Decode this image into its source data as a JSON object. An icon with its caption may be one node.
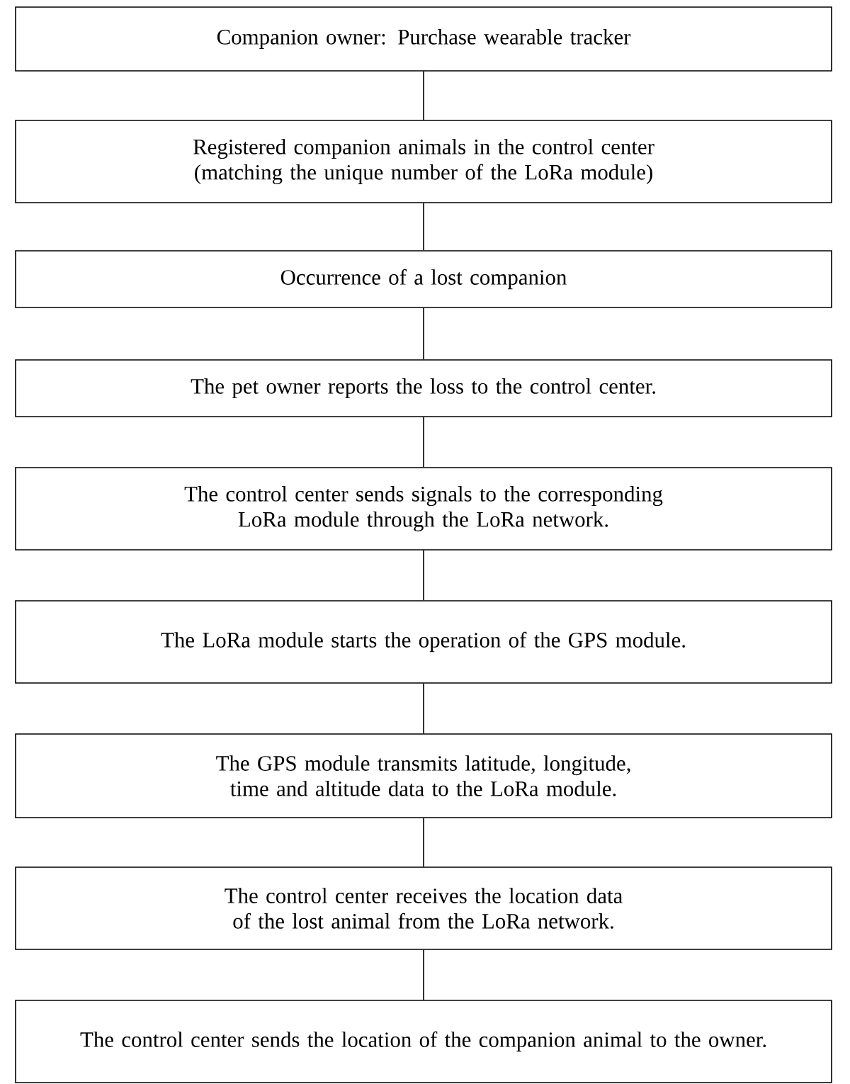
{
  "diagram": {
    "nodes": [
      {
        "text": [
          "Companion owner: Purchase wearable tracker"
        ]
      },
      {
        "text": [
          "Registered companion animals in the control center (matching the unique number of the LoRa module)"
        ]
      },
      {
        "text": [
          "Occurrence of a lost companion"
        ]
      },
      {
        "text": [
          "The pet owner reports the loss to the control center."
        ]
      },
      {
        "text": [
          "The control center sends signals to the corresponding LoRa module through the LoRa network."
        ]
      },
      {
        "text": [
          "The LoRa module starts the operation of the GPS module."
        ]
      },
      {
        "text": [
          "The GPS module transmits latitude, longitude, time and altitude data to the LoRa module."
        ]
      },
      {
        "text": [
          "The control center receives the location data of the lost animal from the LoRa network."
        ]
      },
      {
        "text": [
          "The control center sends the location of the companion animal to the owner."
        ]
      }
    ],
    "edges": [
      {
        "from": 0,
        "to": 1,
        "arrow": "none"
      },
      {
        "from": 1,
        "to": 2,
        "arrow": "none"
      },
      {
        "from": 2,
        "to": 3,
        "arrow": "none"
      },
      {
        "from": 3,
        "to": 4,
        "arrow": "none"
      },
      {
        "from": 4,
        "to": 5,
        "arrow": "none"
      },
      {
        "from": 5,
        "to": 6,
        "arrow": "none"
      },
      {
        "from": 6,
        "to": 7,
        "arrow": "none"
      },
      {
        "from": 7,
        "to": 8,
        "arrow": "none"
      }
    ]
  }
}
